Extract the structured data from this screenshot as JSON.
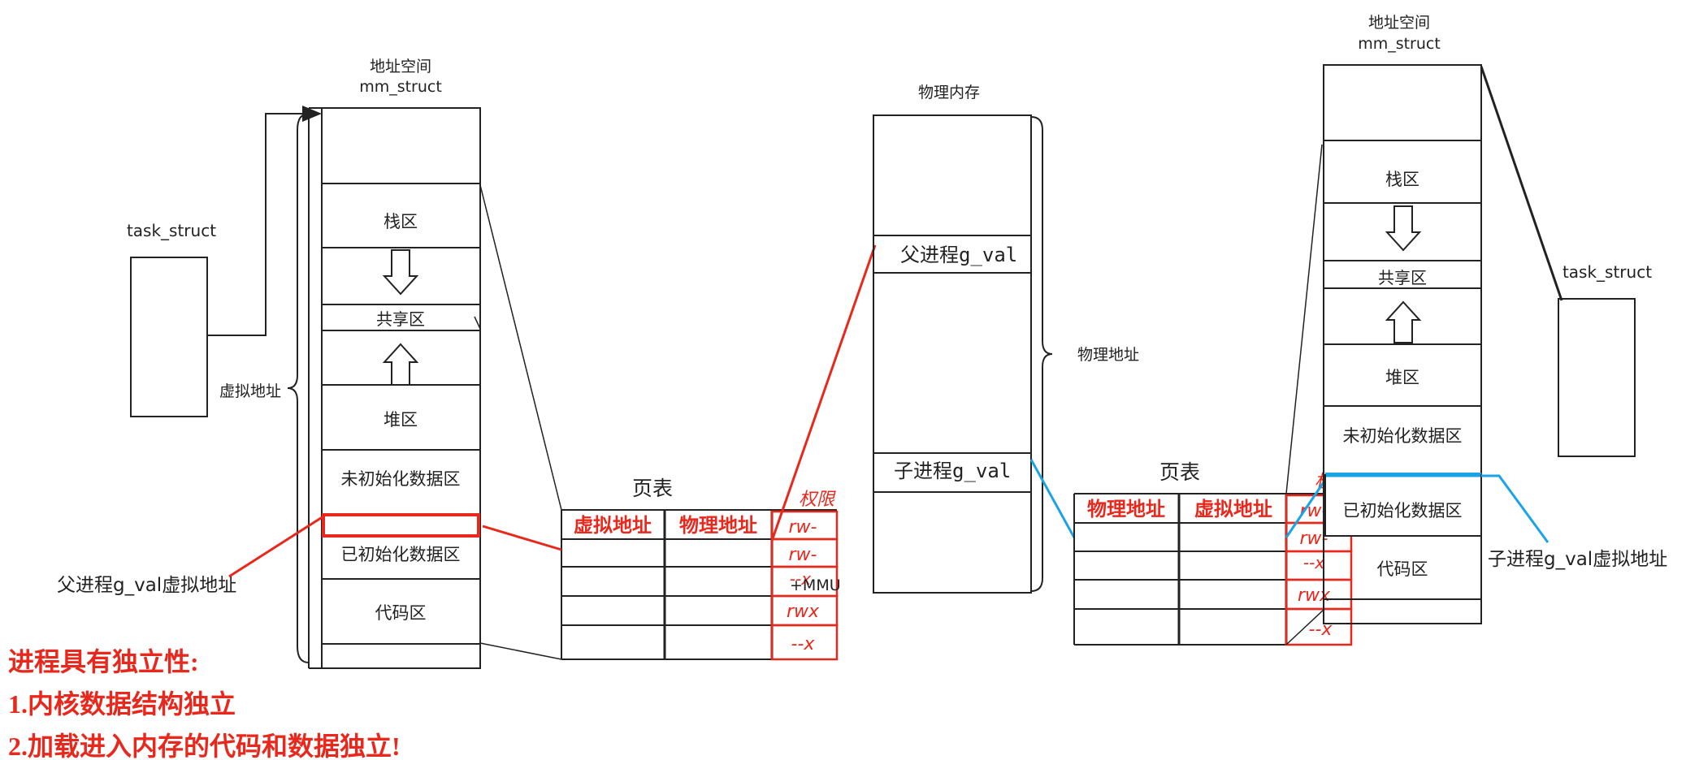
{
  "colors": {
    "line": "#222222",
    "red": "#e8281c",
    "blue": "#1aa3e6"
  },
  "left": {
    "address_space_title": "地址空间",
    "mm_struct_label": "mm_struct",
    "task_struct_label": "task_struct",
    "virtual_address_label": "虚拟地址",
    "stack": "栈区",
    "shared": "共享区",
    "heap": "堆区",
    "bss": "未初始化数据区",
    "data": "已初始化数据区",
    "code": "代码区",
    "gval_vaddr_label": "父进程g_val虚拟地址"
  },
  "page_table_left": {
    "title": "页表",
    "col_virtual": "虚拟地址",
    "col_physical": "物理地址",
    "perm_title": "权限",
    "perms": [
      "rw-",
      "rw-",
      "--x",
      "rwx",
      "--x"
    ],
    "mmu_label": "+MMU"
  },
  "memory": {
    "title": "物理内存",
    "parent_gval": "父进程g_val",
    "child_gval": "子进程g_val",
    "physical_address_label": "物理地址"
  },
  "page_table_right": {
    "title": "页表",
    "col_physical": "物理地址",
    "col_virtual": "虚拟地址",
    "perm_title": "权限",
    "perms": [
      "rw-",
      "rw-",
      "--x",
      "rwx",
      "--x"
    ]
  },
  "right": {
    "address_space_title": "地址空间",
    "mm_struct_label": "mm_struct",
    "task_struct_label": "task_struct",
    "stack": "栈区",
    "shared": "共享区",
    "heap": "堆区",
    "bss": "未初始化数据区",
    "data": "已初始化数据区",
    "code": "代码区",
    "gval_vaddr_label": "子进程g_val虚拟地址"
  },
  "notes": {
    "line1": "进程具有独立性:",
    "line2": "1.内核数据结构独立",
    "line3": "2.加载进入内存的代码和数据独立!"
  }
}
